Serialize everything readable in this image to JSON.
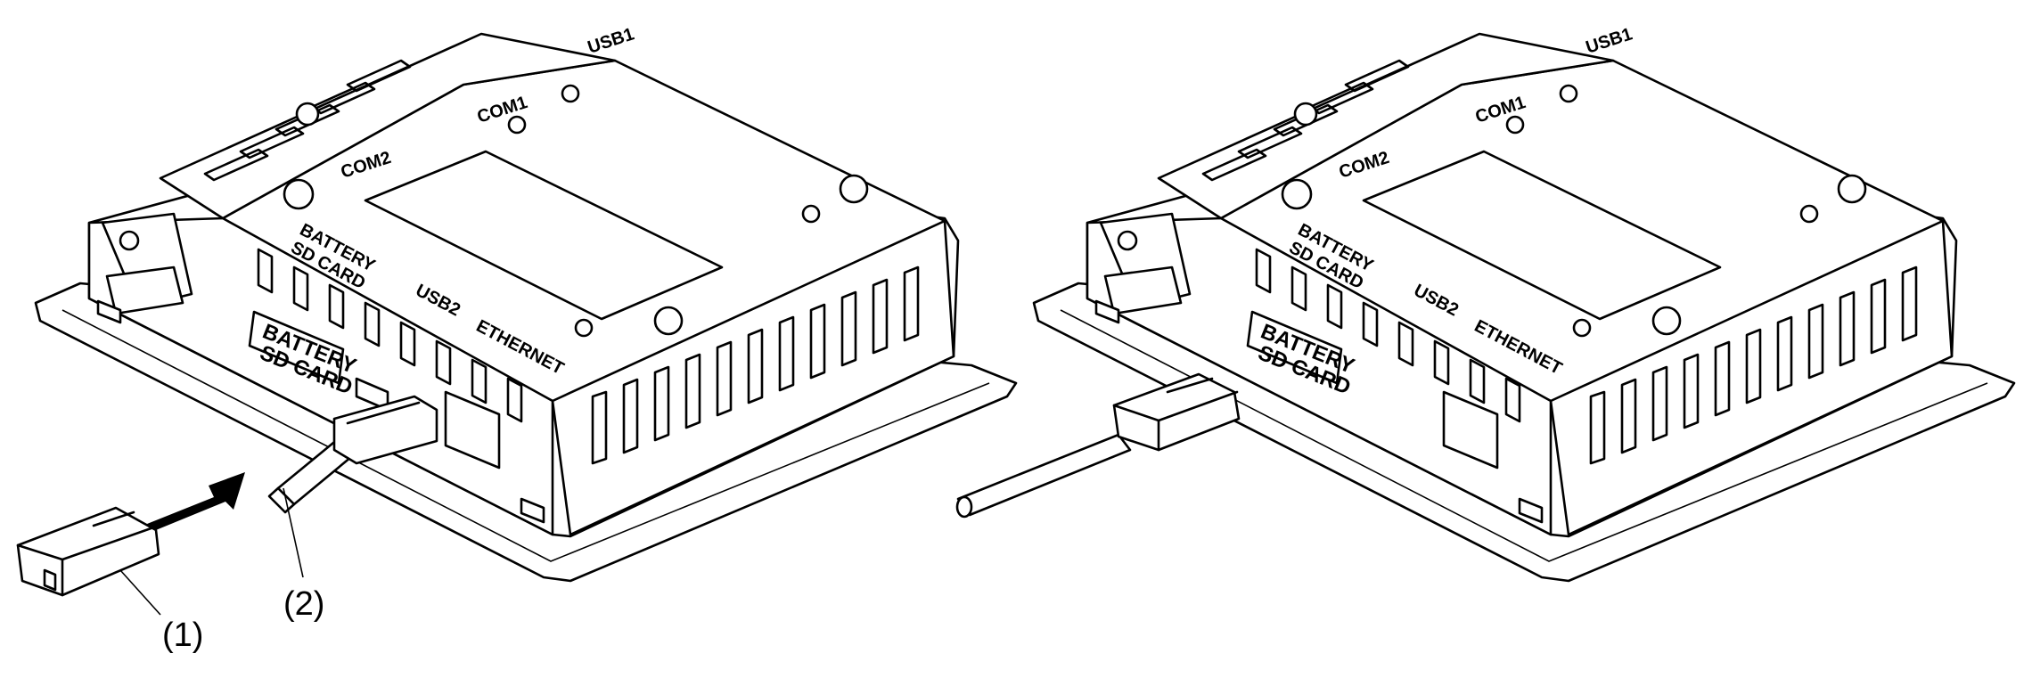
{
  "figure": {
    "left_unit": {
      "labels": {
        "usb1": "USB1",
        "com1": "COM1",
        "com2": "COM2",
        "battery_sd_top": "BATTERY",
        "battery_sd_bottom": "SD CARD",
        "usb2": "USB2",
        "ethernet": "ETHERNET",
        "battery_panel_top": "BATTERY",
        "battery_panel_bottom": "SD CARD"
      }
    },
    "right_unit": {
      "labels": {
        "usb1": "USB1",
        "com1": "COM1",
        "com2": "COM2",
        "battery_sd_top": "BATTERY",
        "battery_sd_bottom": "SD CARD",
        "usb2": "USB2",
        "ethernet": "ETHERNET",
        "battery_panel_top": "BATTERY",
        "battery_panel_bottom": "SD CARD"
      }
    },
    "callouts": {
      "cover": "(1)",
      "cable": "(2)"
    }
  }
}
